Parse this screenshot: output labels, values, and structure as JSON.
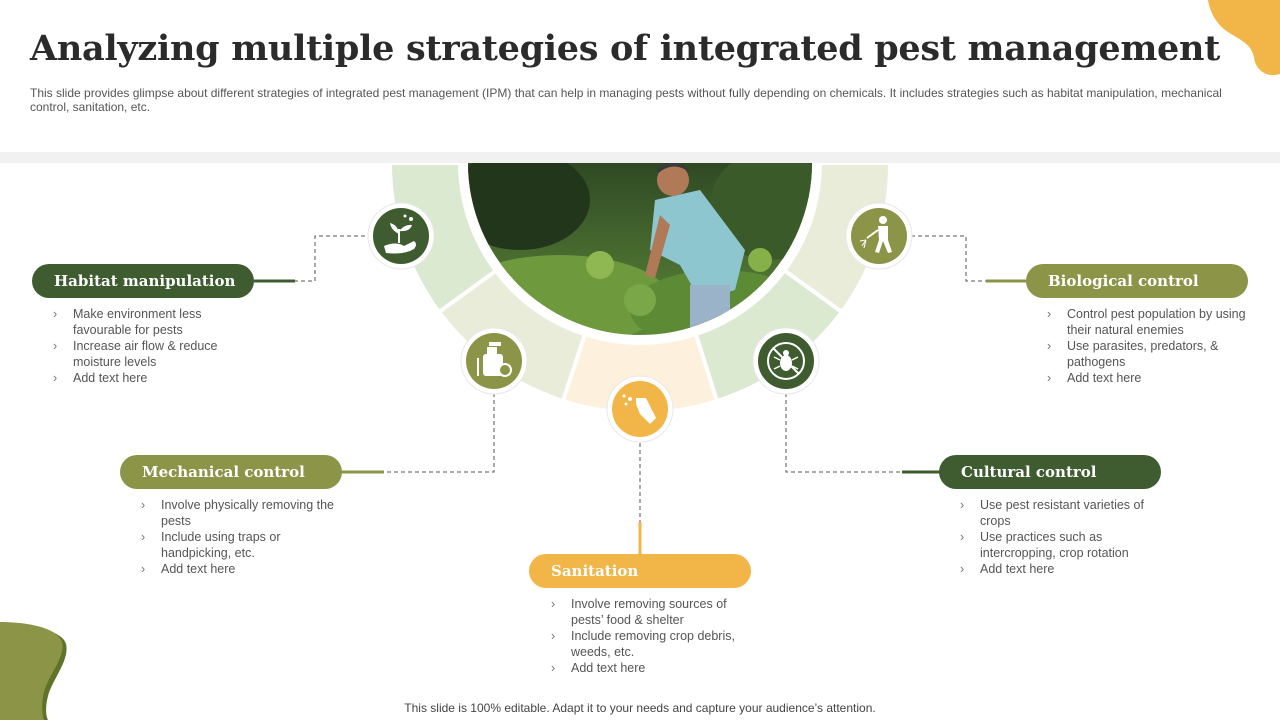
{
  "title": "Analyzing multiple strategies of integrated pest management",
  "subtitle": "This slide provides glimpse about different strategies of integrated pest management (IPM) that can help in managing pests without fully depending on chemicals. It includes strategies such as habitat manipulation, mechanical control, sanitation, etc.",
  "footer": "This slide is 100% editable. Adapt it to your needs and capture your audience’s attention.",
  "colors": {
    "dark_green": "#3e5c2f",
    "olive": "#8c9447",
    "gold": "#f2b548",
    "light_green": "#dbe9d1",
    "pale_olive": "#e9ecd9",
    "pale_gold": "#fdf0dc"
  },
  "strategies": [
    {
      "label": "Habitat manipulation",
      "icon": "hand-plant-icon",
      "bullets": [
        "Make environment less favourable for pests",
        "Increase air flow & reduce moisture levels",
        "Add text here"
      ]
    },
    {
      "label": "Mechanical control",
      "icon": "sprayer-bottle-icon",
      "bullets": [
        "Involve physically removing the pests",
        "Include using traps or handpicking, etc.",
        "Add text here"
      ]
    },
    {
      "label": "Sanitation",
      "icon": "spray-hand-icon",
      "bullets": [
        "Involve removing sources of pests’ food & shelter",
        "Include removing crop debris, weeds, etc.",
        "Add text here"
      ]
    },
    {
      "label": "Cultural control",
      "icon": "no-bug-icon",
      "bullets": [
        "Use pest resistant varieties of crops",
        "Use practices such as intercropping, crop rotation",
        "Add text here"
      ]
    },
    {
      "label": "Biological control",
      "icon": "person-spraying-icon",
      "bullets": [
        "Control pest population by using their natural enemies",
        "Use parasites, predators, & pathogens",
        "Add text here"
      ]
    }
  ]
}
